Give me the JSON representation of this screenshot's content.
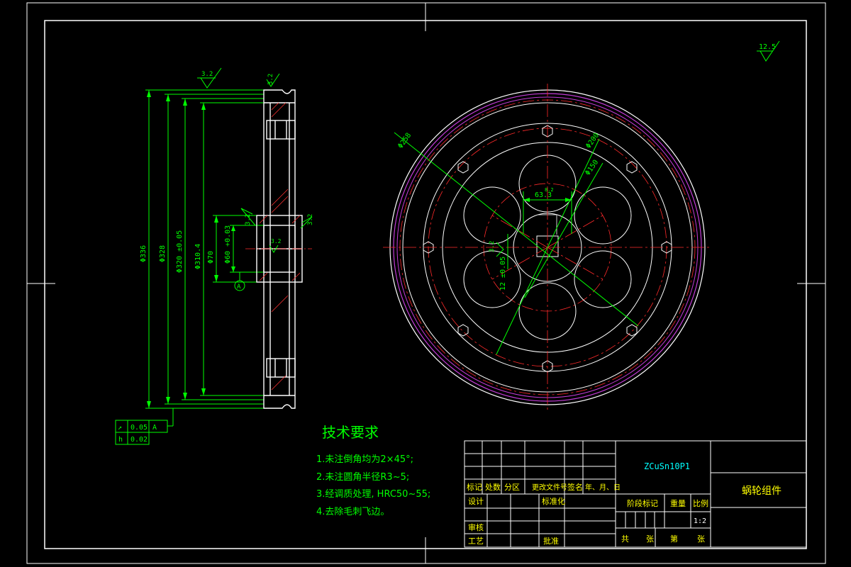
{
  "colors": {
    "background": "#000000",
    "frame": "#ffffff",
    "dimension": "#00ff00",
    "centerline": "#ff2a2a",
    "outline": "#ffffff",
    "rim": "#c23cd6",
    "text_cyan": "#00ffff",
    "text_green": "#00ff00",
    "text_yellow": "#ffff00"
  },
  "surface_finish": {
    "general": "12.5",
    "rim": "3.2",
    "hub_side": "3.2",
    "hub_face": "3.2",
    "keyway": "3.2",
    "bore": "3.2",
    "section_top": "3.2"
  },
  "section_view": {
    "dims": [
      "Φ336",
      "Φ328",
      "Φ320 ±0.05",
      "Φ310.4",
      "Φ70",
      "Φ60 +0.03",
      "A"
    ],
    "tolerance_frame": [
      {
        "symbol": "↗",
        "value": "0.05",
        "datum": "A"
      },
      {
        "symbol": "h",
        "value": "0.02",
        "datum": ""
      }
    ]
  },
  "plan_view": {
    "dims": [
      "Φ258",
      "Φ200",
      "Φ150",
      "63.3",
      "12 ±0.05",
      "8.2"
    ]
  },
  "tech_requirements": {
    "title": "技术要求",
    "items": [
      "1.未注倒角均为2×45°;",
      "2.未注圆角半径R3~5;",
      "3.经调质处理, HRC50~55;",
      "4.去除毛刺飞边。"
    ]
  },
  "title_block": {
    "material": "ZCuSn10P1",
    "part_name": "蜗轮组件",
    "rev_headers": [
      "标记",
      "处数",
      "分区",
      "更改文件号",
      "签名",
      "年、月、日"
    ],
    "design": "设计",
    "standardization": "标准化",
    "review": "审核",
    "process": "工艺",
    "approve": "批准",
    "stage_mark": "阶段标记",
    "weight": "重量",
    "scale_label": "比例",
    "scale": "1:2",
    "sheet_total": "共",
    "sheet_unit_1": "张",
    "sheet_no": "第",
    "sheet_unit_2": "张"
  }
}
